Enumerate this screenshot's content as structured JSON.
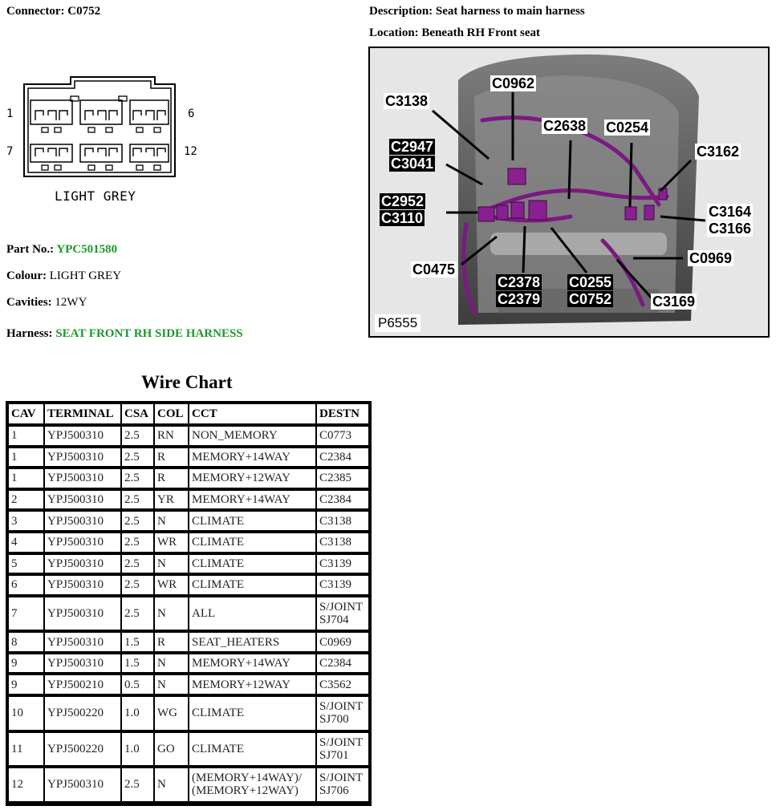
{
  "header": {
    "connector_label": "Connector:",
    "connector_value": "C0752",
    "description_label": "Description:",
    "description_value": "Seat harness to main harness",
    "location_label": "Location:",
    "location_value": "Beneath RH Front seat"
  },
  "connector_diagram": {
    "pin_1": "1",
    "pin_6": "6",
    "pin_7": "7",
    "pin_12": "12",
    "colour_text": "LIGHT GREY"
  },
  "details": {
    "part_label": "Part No.:",
    "part_value": "YPC501580",
    "colour_label": "Colour:",
    "colour_value": "LIGHT GREY",
    "cavities_label": "Cavities:",
    "cavities_value": "12WY",
    "harness_label": "Harness:",
    "harness_value": "SEAT FRONT RH SIDE HARNESS"
  },
  "photo": {
    "ref": "P6555",
    "callouts": {
      "c3138": "C3138",
      "c0962": "C0962",
      "c2638": "C2638",
      "c0254": "C0254",
      "c3162": "C3162",
      "c2947": "C2947",
      "c3041": "C3041",
      "c2952": "C2952",
      "c3110": "C3110",
      "c3164": "C3164",
      "c3166": "C3166",
      "c0969": "C0969",
      "c0475": "C0475",
      "c2378": "C2378",
      "c2379": "C2379",
      "c0255": "C0255",
      "c0752": "C0752",
      "c3169": "C3169"
    }
  },
  "wire_chart": {
    "title": "Wire Chart",
    "columns": [
      "CAV",
      "TERMINAL",
      "CSA",
      "COL",
      "CCT",
      "DESTN"
    ],
    "rows": [
      {
        "cav": "1",
        "terminal": "YPJ500310",
        "csa": "2.5",
        "col": "RN",
        "cct": "NON_MEMORY",
        "destn": "C0773"
      },
      {
        "cav": "1",
        "terminal": "YPJ500310",
        "csa": "2.5",
        "col": "R",
        "cct": "MEMORY+14WAY",
        "destn": "C2384"
      },
      {
        "cav": "1",
        "terminal": "YPJ500310",
        "csa": "2.5",
        "col": "R",
        "cct": "MEMORY+12WAY",
        "destn": "C2385"
      },
      {
        "cav": "2",
        "terminal": "YPJ500310",
        "csa": "2.5",
        "col": "YR",
        "cct": "MEMORY+14WAY",
        "destn": "C2384"
      },
      {
        "cav": "3",
        "terminal": "YPJ500310",
        "csa": "2.5",
        "col": "N",
        "cct": "CLIMATE",
        "destn": "C3138"
      },
      {
        "cav": "4",
        "terminal": "YPJ500310",
        "csa": "2.5",
        "col": "WR",
        "cct": "CLIMATE",
        "destn": "C3138"
      },
      {
        "cav": "5",
        "terminal": "YPJ500310",
        "csa": "2.5",
        "col": "N",
        "cct": "CLIMATE",
        "destn": "C3139"
      },
      {
        "cav": "6",
        "terminal": "YPJ500310",
        "csa": "2.5",
        "col": "WR",
        "cct": "CLIMATE",
        "destn": "C3139"
      },
      {
        "cav": "7",
        "terminal": "YPJ500310",
        "csa": "2.5",
        "col": "N",
        "cct": "ALL",
        "destn": "S/JOINT SJ704"
      },
      {
        "cav": "8",
        "terminal": "YPJ500310",
        "csa": "1.5",
        "col": "R",
        "cct": "SEAT_HEATERS",
        "destn": "C0969"
      },
      {
        "cav": "9",
        "terminal": "YPJ500310",
        "csa": "1.5",
        "col": "N",
        "cct": "MEMORY+14WAY",
        "destn": "C2384"
      },
      {
        "cav": "9",
        "terminal": "YPJ500210",
        "csa": "0.5",
        "col": "N",
        "cct": "MEMORY+12WAY",
        "destn": "C3562"
      },
      {
        "cav": "10",
        "terminal": "YPJ500220",
        "csa": "1.0",
        "col": "WG",
        "cct": "CLIMATE",
        "destn": "S/JOINT SJ700"
      },
      {
        "cav": "11",
        "terminal": "YPJ500220",
        "csa": "1.0",
        "col": "GO",
        "cct": "CLIMATE",
        "destn": "S/JOINT SJ701"
      },
      {
        "cav": "12",
        "terminal": "YPJ500310",
        "csa": "2.5",
        "col": "N",
        "cct": "(MEMORY+14WAY)/ (MEMORY+12WAY)",
        "destn": "S/JOINT SJ706"
      }
    ]
  }
}
